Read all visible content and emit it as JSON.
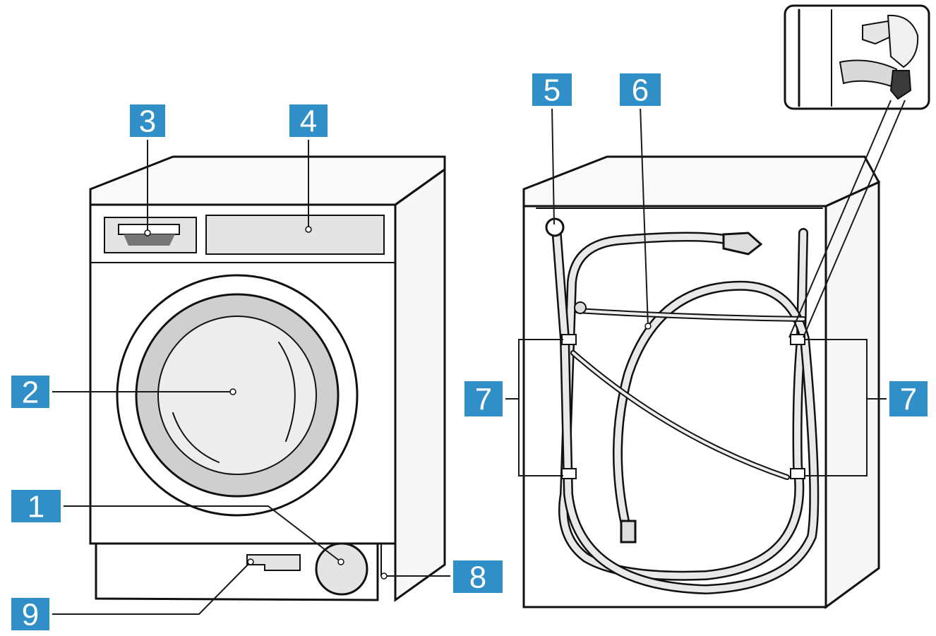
{
  "colors": {
    "accent": "#2f8fc6",
    "outline": "#111111",
    "panel": "#f2f2f2"
  },
  "callouts": [
    {
      "id": "c1",
      "label": "1"
    },
    {
      "id": "c2",
      "label": "2"
    },
    {
      "id": "c3",
      "label": "3"
    },
    {
      "id": "c4",
      "label": "4"
    },
    {
      "id": "c5",
      "label": "5"
    },
    {
      "id": "c6",
      "label": "6"
    },
    {
      "id": "c7a",
      "label": "7"
    },
    {
      "id": "c7b",
      "label": "7"
    },
    {
      "id": "c8",
      "label": "8"
    },
    {
      "id": "c9",
      "label": "9"
    }
  ]
}
